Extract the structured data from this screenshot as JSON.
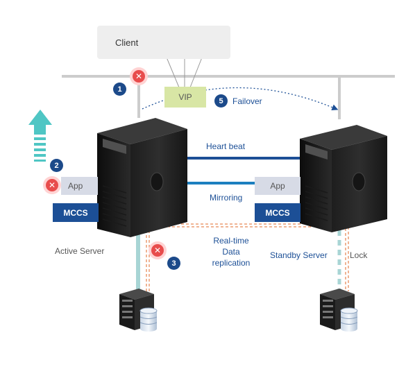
{
  "client": {
    "label": "Client"
  },
  "vip": {
    "label": "VIP"
  },
  "steps": {
    "s1": "1",
    "s2": "2",
    "s3": "3",
    "s5": "5"
  },
  "failover": {
    "label": "Failover"
  },
  "heartbeat": {
    "label": "Heart beat"
  },
  "mirroring": {
    "label": "Mirroring"
  },
  "active": {
    "app_label": "App",
    "mccs_label": "MCCS",
    "server_label": "Active Server"
  },
  "standby": {
    "app_label": "App",
    "mccs_label": "MCCS",
    "server_label": "Standby Server",
    "lock_label": "Lock"
  },
  "replication": {
    "line1": "Real-time",
    "line2": "Data",
    "line3": "replication"
  },
  "colors": {
    "accent": "#1c4f96",
    "vip": "#d8e6a5",
    "fail": "#e84c4c",
    "network": "#cccccc",
    "storage_link": "#a8d5d5",
    "replication_dash": "#e26a2a",
    "teal_arrow": "#4fc6c4",
    "monitor": "#3ad6d0"
  }
}
